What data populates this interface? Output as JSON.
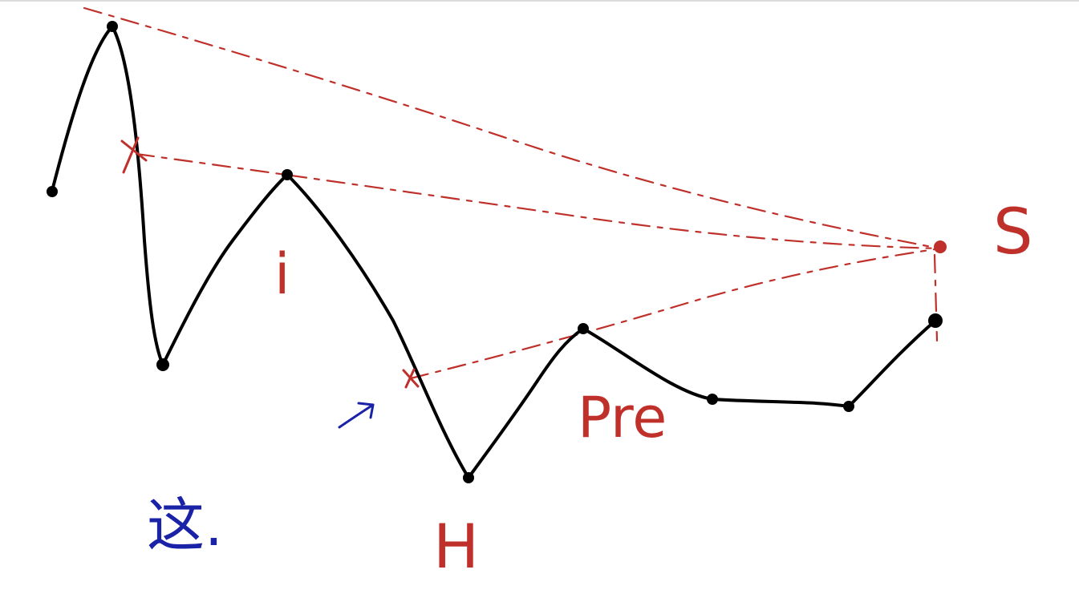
{
  "labels": {
    "i": "i",
    "pre": "Pre",
    "s": "S",
    "bottom_red": "H",
    "bottom_blue": "这."
  },
  "colors": {
    "ink_black": "#000000",
    "ink_red": "#c0302a",
    "ink_blue": "#1a22a8"
  }
}
